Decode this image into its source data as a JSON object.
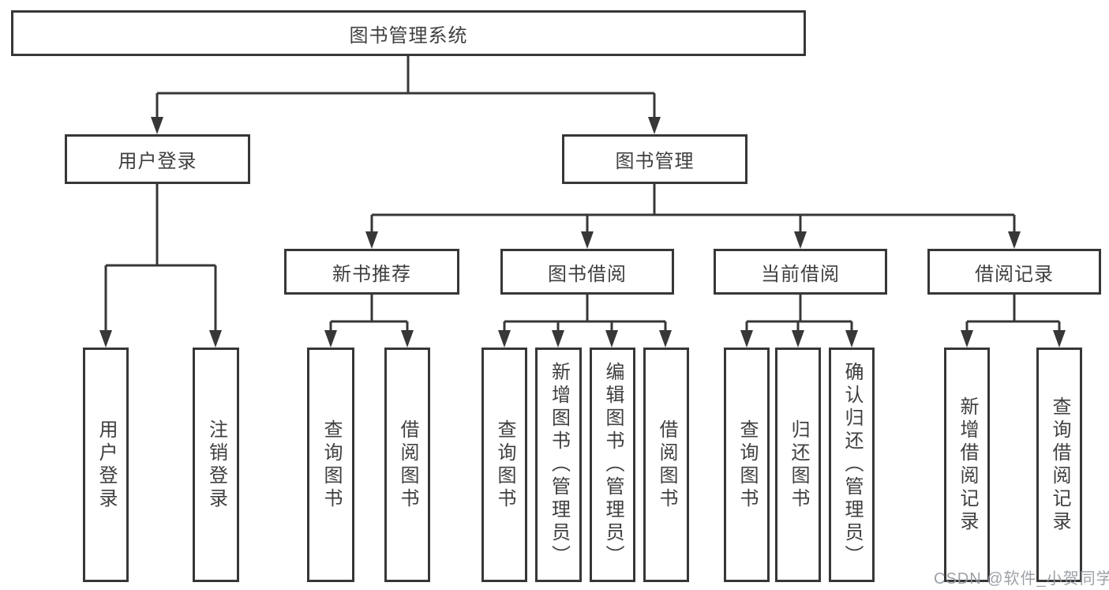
{
  "tree": {
    "root": "图书管理系统",
    "children": [
      {
        "label": "用户登录",
        "children": [
          "用户登录",
          "注销登录"
        ]
      },
      {
        "label": "图书管理",
        "children": [
          {
            "label": "新书推荐",
            "children": [
              "查询图书",
              "借阅图书"
            ]
          },
          {
            "label": "图书借阅",
            "children": [
              "查询图书",
              "新增图书（管理员）",
              "编辑图书（管理员）",
              "借阅图书"
            ]
          },
          {
            "label": "当前借阅",
            "children": [
              "查询图书",
              "归还图书",
              "确认归还（管理员）"
            ]
          },
          {
            "label": "借阅记录",
            "children": [
              "新增借阅记录",
              "查询借阅记录"
            ]
          }
        ]
      }
    ]
  },
  "watermark": {
    "text": "CSDN @软件_小贺同学"
  },
  "colors": {
    "line": "#373737",
    "border": "#373737",
    "text": "#3f3f3f",
    "watermark": "#9499a0",
    "background": "#ffffff"
  }
}
